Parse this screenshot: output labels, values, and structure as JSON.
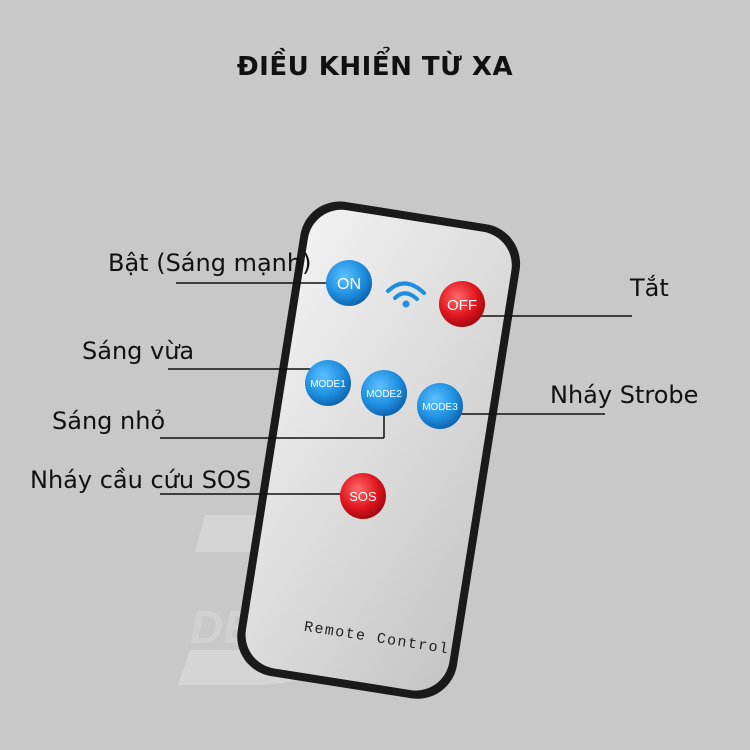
{
  "title": "ĐIỀU KHIỂN TỪ XA",
  "remote": {
    "caption": "Remote Control",
    "buttons": {
      "on": "ON",
      "off": "OFF",
      "mode1": "MODE1",
      "mode2": "MODE2",
      "mode3": "MODE3",
      "sos": "SOS"
    }
  },
  "watermark": "DEHA",
  "labels": {
    "on": "Bật (Sáng mạnh)",
    "off": "Tắt",
    "mode1": "Sáng vừa",
    "mode2": "Sáng nhỏ",
    "mode3": "Nháy Strobe",
    "sos": "Nháy cầu cứu SOS"
  },
  "colors": {
    "blue_button": "#1e8fe0",
    "red_button": "#e0151e",
    "background": "#c8c8c8"
  }
}
